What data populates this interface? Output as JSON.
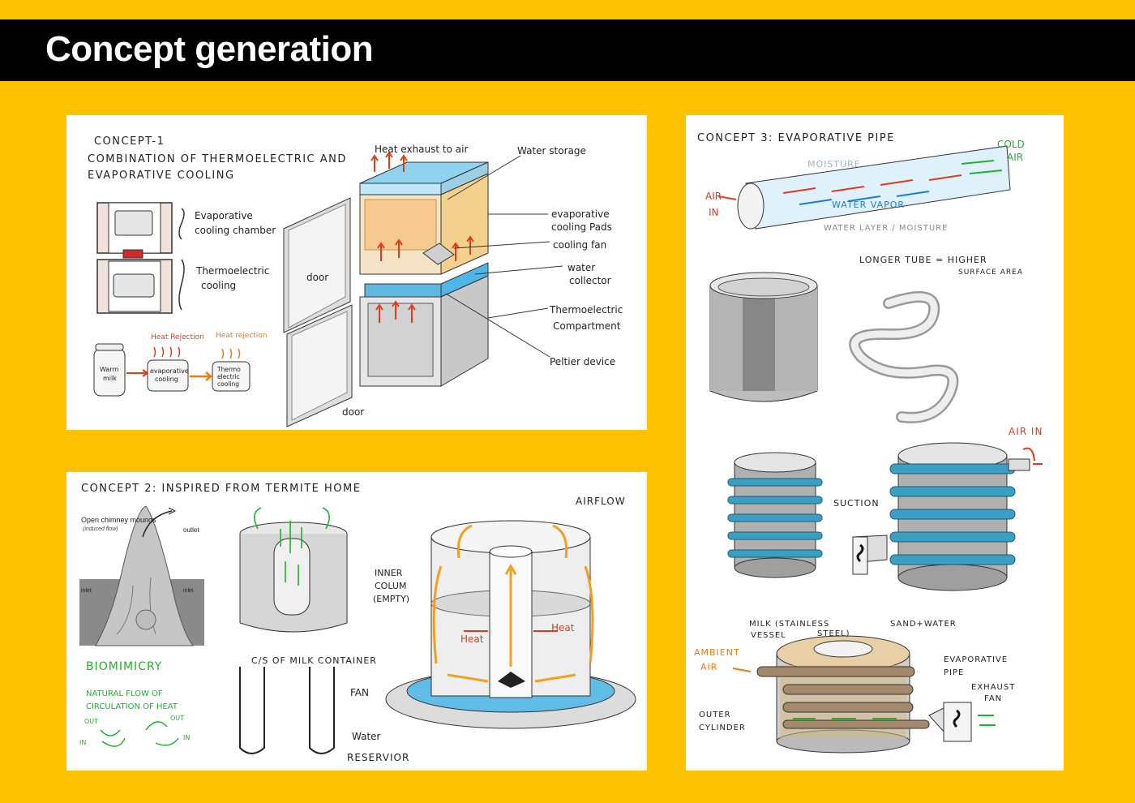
{
  "header": {
    "title": "Concept generation"
  },
  "concept1": {
    "title": "CONCEPT-1",
    "subtitle_line1": "COMBINATION OF THERMOELECTRIC AND",
    "subtitle_line2": "EVAPORATIVE COOLING",
    "side_label_top_1": "Evaporative",
    "side_label_top_2": "cooling chamber",
    "side_label_bottom_1": "Thermoelectric",
    "side_label_bottom_2": "cooling",
    "flow_heat_rejection_1": "Heat Rejection",
    "flow_heat_rejection_2": "Heat rejection",
    "flow_step1_1": "Warm",
    "flow_step1_2": "milk",
    "flow_step2_1": "evaporative",
    "flow_step2_2": "cooling",
    "flow_step3_1": "Thermo",
    "flow_step3_2": "electric",
    "flow_step3_3": "cooling",
    "heat_exhaust": "Heat exhaust to air",
    "water_storage": "Water storage",
    "evap_pads_1": "evaporative",
    "evap_pads_2": "cooling Pads",
    "cooling_fan": "cooling fan",
    "water_collector_1": "water",
    "water_collector_2": "collector",
    "thermo_comp_1": "Thermoelectric",
    "thermo_comp_2": "Compartment",
    "peltier": "Peltier device",
    "door_top": "door",
    "door_bottom": "door"
  },
  "concept2": {
    "title": "CONCEPT 2: INSPIRED FROM TERMITE HOME",
    "mound_title": "Open chimney mounds",
    "mound_sub": "(induced flow)",
    "outlet": "outlet",
    "inlet_left": "inlet",
    "inlet_right": "inlet",
    "biomimicry": "BIOMIMICRY",
    "natural_1": "NATURAL FLOW OF",
    "natural_2": "CIRCULATION OF HEAT",
    "out_left": "OUT",
    "out_right": "OUT",
    "in_left": "IN",
    "in_right": "IN",
    "cs_label": "C/S OF MILK CONTAINER",
    "airflow": "AIRFLOW",
    "inner_1": "INNER",
    "inner_2": "COLUM",
    "inner_3": "(EMPTY)",
    "heat_left": "Heat",
    "heat_right": "Heat",
    "fan": "FAN",
    "water_1": "Water",
    "water_2": "RESERVIOR"
  },
  "concept3": {
    "title": "CONCEPT 3: EVAPORATIVE PIPE",
    "cold_air_1": "COLD",
    "cold_air_2": "AIR",
    "air_in_1": "AIR",
    "air_in_2": "IN",
    "moisture": "MOISTURE",
    "water_vapor": "WATER VAPOR",
    "water_layer": "WATER LAYER / MOISTURE",
    "longer_1": "LONGER TUBE = HIGHER",
    "longer_2": "SURFACE AREA",
    "air_in_coil": "AIR IN",
    "suction": "SUCTION",
    "milk_vessel_1": "MILK (STAINLESS",
    "milk_vessel_2": "STEEL)",
    "milk_vessel_3": "VESSEL",
    "sand_water": "SAND+WATER",
    "ambient_1": "AMBIENT",
    "ambient_2": "AIR",
    "evap_pipe_1": "EVAPORATIVE",
    "evap_pipe_2": "PIPE",
    "exhaust_1": "EXHAUST",
    "exhaust_2": "FAN",
    "outer_1": "OUTER",
    "outer_2": "CYLINDER"
  },
  "colors": {
    "background": "#fcc200",
    "header": "#000000",
    "heat_arrow": "#e53a1a",
    "airflow_arrow": "#f0a020",
    "green_note": "#1db32a",
    "water_blue": "#4fb7e8"
  }
}
